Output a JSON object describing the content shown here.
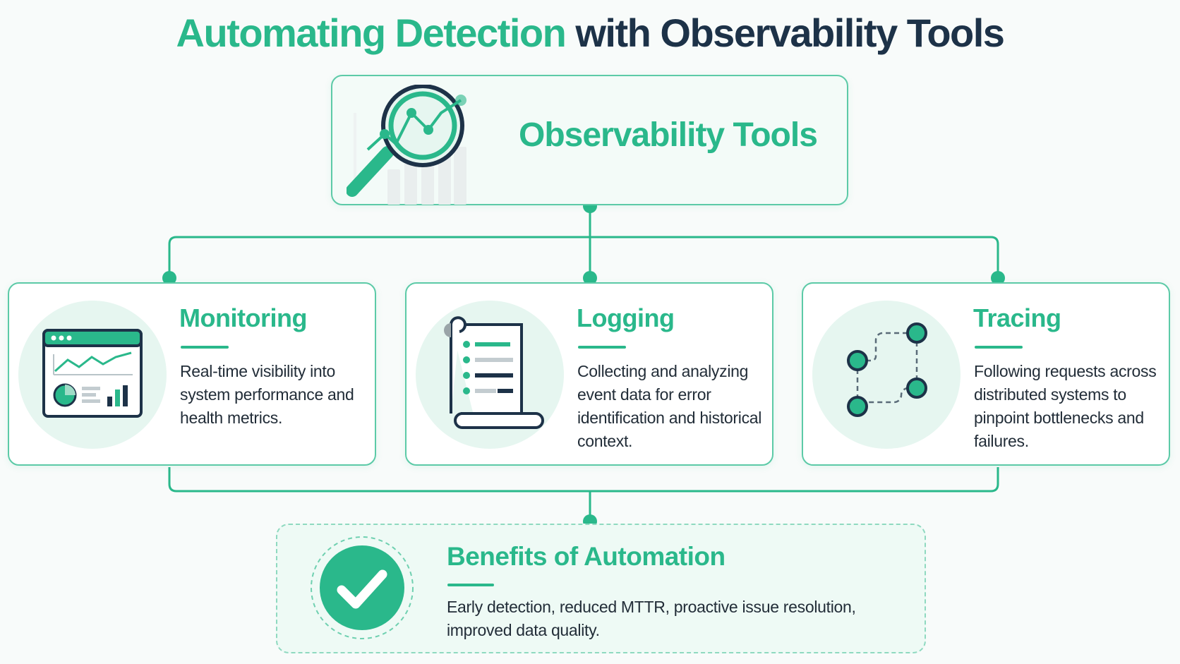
{
  "title": {
    "part1": "Automating Detection",
    "part2": " with Observability Tools"
  },
  "root": {
    "label": "Observability Tools",
    "icon": "magnifier-chart-icon"
  },
  "cards": [
    {
      "title": "Monitoring",
      "description": "Real-time visibility into system performance and health metrics.",
      "icon": "dashboard-icon"
    },
    {
      "title": "Logging",
      "description": "Collecting and analyzing event data for error identification and historical context.",
      "icon": "scroll-log-icon"
    },
    {
      "title": "Tracing",
      "description": "Following requests across distributed systems to pinpoint bottlenecks and failures.",
      "icon": "trace-nodes-icon"
    }
  ],
  "benefits": {
    "title": "Benefits of Automation",
    "description": "Early detection, reduced MTTR, proactive issue resolution, improved data quality.",
    "icon": "checkmark-icon"
  },
  "colors": {
    "accent": "#2ab88b",
    "dark": "#1d3248",
    "border": "#5ccaa7"
  }
}
